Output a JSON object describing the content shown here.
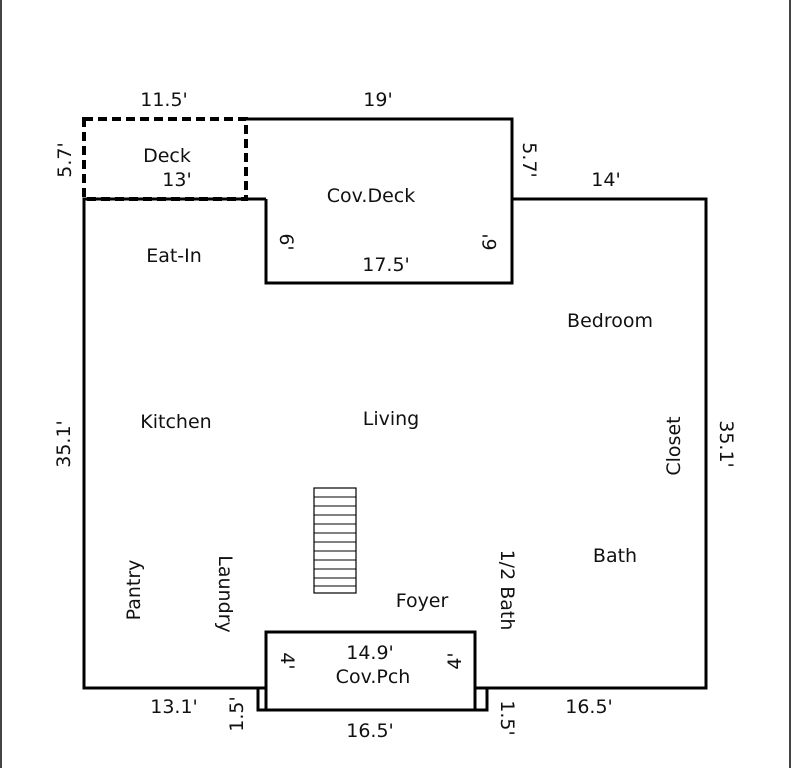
{
  "rooms": {
    "deck": "Deck",
    "cov_deck": "Cov.Deck",
    "eat_in": "Eat-In",
    "bedroom": "Bedroom",
    "kitchen": "Kitchen",
    "living": "Living",
    "closet": "Closet",
    "bath": "Bath",
    "pantry": "Pantry",
    "laundry": "Laundry",
    "half_bath": "1/2 Bath",
    "foyer": "Foyer",
    "cov_pch": "Cov.Pch"
  },
  "dimensions": {
    "deck_width": "11.5'",
    "deck_depth": "5.7'",
    "deck_inner": "13'",
    "cov_deck_width": "19'",
    "cov_deck_right_depth": "5.7'",
    "right_top_width": "14'",
    "notch_left_depth": "6'",
    "notch_right_depth": "6'",
    "notch_width": "17.5'",
    "left_wall": "35.1'",
    "right_wall": "35.1'",
    "porch_inner_width": "14.9'",
    "porch_left_depth": "4'",
    "porch_right_depth": "4'",
    "porch_width": "16.5'",
    "left_bottom_width": "13.1'",
    "right_bottom_width": "16.5'",
    "porch_left_offset": "1.5'",
    "porch_right_offset": "1.5'"
  }
}
